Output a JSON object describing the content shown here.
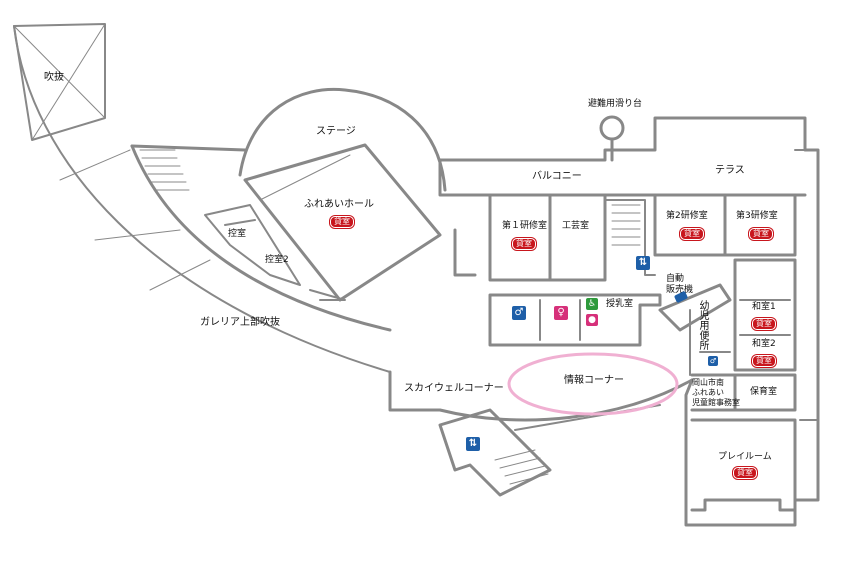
{
  "map": {
    "rooms": {
      "fukinuke": "吹抜",
      "stage": "ステージ",
      "hall": "ふれあいホール",
      "balcony": "バルコニー",
      "terrace": "テラス",
      "kensyu1": "第１研修室",
      "kougei": "工芸室",
      "kensyu2": "第2研修室",
      "kensyu3": "第3研修室",
      "hikae1": "控室",
      "hikae2": "控室2",
      "washitsu1": "和室1",
      "washitsu2": "和室2",
      "junyu": "授乳室",
      "jidou_1": "自動",
      "jidou_2": "販売機",
      "youji": "幼児用便所",
      "galleria": "ガレリア上部吹抜",
      "skywell": "スカイウェルコーナー",
      "info": "情報コーナー",
      "okayama_1": "岡山市南",
      "okayama_2": "ふれあい",
      "okayama_3": "児童館事務室",
      "hoiku": "保育室",
      "playroom": "プレイルーム",
      "slide": "避難用滑り台"
    },
    "badge": "貸室",
    "icon_names": [
      "elevator-icon",
      "restroom-male-icon",
      "restroom-female-icon",
      "accessible-icon",
      "baby-icon"
    ],
    "colors": {
      "wall": "#888888",
      "badge": "#c8161d",
      "highlight": "#f0b0d2",
      "male": "#1e5fa8",
      "female": "#d6307a",
      "accessible": "#2e9a3c"
    }
  }
}
